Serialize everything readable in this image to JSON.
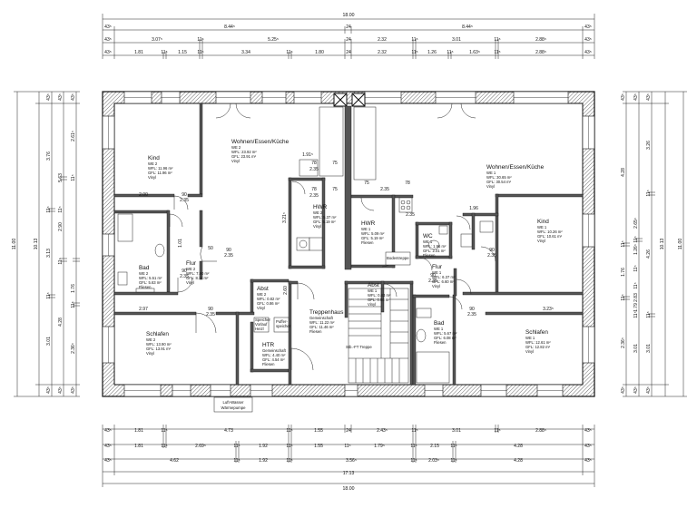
{
  "top_dims": {
    "overall": "18.00",
    "row1": [
      "43⁵",
      "8.44⁵",
      "24",
      "8.44⁵",
      "43⁵"
    ],
    "row2": [
      "43⁵",
      "3.07⁵",
      "11⁵",
      "5.25⁵",
      "24",
      "2.32",
      "11⁵",
      "3.01",
      "11⁵",
      "2.88⁵",
      "43⁵"
    ],
    "row3": [
      "43⁵",
      "1.81",
      "11⁵",
      "1.15",
      "11⁵",
      "3.34",
      "11⁵",
      "1.80",
      "24",
      "2.32",
      "11⁵",
      "1.26",
      "11⁵",
      "1.63⁵",
      "11⁵",
      "2.88⁵",
      "43⁵"
    ]
  },
  "bottom_dims": {
    "overall": "18.00",
    "inner": "17.13",
    "row1": [
      "43⁵",
      "1.81",
      "11⁵",
      "4.73",
      "11⁵",
      "1.55",
      "24",
      "2.43⁵",
      "11⁵",
      "3.01",
      "11⁵",
      "2.88⁵",
      "43⁵"
    ],
    "row2": [
      "43⁵",
      "1.81",
      "11⁵",
      "2.69⁵",
      "11⁵",
      "1.92",
      "11⁵",
      "1.55",
      "11⁵",
      "1.79⁵",
      "11⁵",
      "2.15",
      "11⁵",
      "4.28",
      "43⁵"
    ],
    "row3": [
      "43⁵",
      "4.62",
      "11⁵",
      "1.92",
      "11⁵",
      "3.56⁵",
      "11⁵",
      "2.03⁵",
      "11⁵",
      "4.28",
      "43⁵"
    ]
  },
  "left_dims": {
    "overall": "11.00",
    "inner": "10.13",
    "outer_col": [
      "43⁵",
      "3.76",
      "11⁵",
      "3.13",
      "11⁵",
      "3.01",
      "43⁵"
    ],
    "mid_col": [
      "43⁵",
      "2.61⁵",
      "11⁵",
      "1.76",
      "11⁵",
      "2.36⁵",
      "43⁵"
    ],
    "inner_col": [
      "43⁵",
      "5.63",
      "11⁵",
      "2.90",
      "11⁵",
      "4.28",
      "43⁵"
    ]
  },
  "right_dims": {
    "overall": "11.00",
    "inner": "10.13",
    "outer_col": [
      "43⁵",
      "3.26",
      "11⁵",
      "4.26",
      "11⁵",
      "3.01",
      "43⁵"
    ],
    "mid_col": [
      "43⁵",
      "2.65⁵",
      "11⁵",
      "1.26⁵",
      "11⁵",
      "2.83",
      "11⁵",
      "1.79",
      "11⁵",
      "3.01",
      "43⁵"
    ],
    "inner_col": [
      "43⁵",
      "4.28",
      "11⁵",
      "1.76",
      "11⁵",
      "2.36⁵",
      "43⁵"
    ]
  },
  "rooms": [
    {
      "id": "kind-l",
      "name": "Kind",
      "lines": [
        "WE 2",
        "WFL: 11.96 m²",
        "GFL: 11.96 m²",
        "Vinyl"
      ]
    },
    {
      "id": "wohnen-l",
      "name": "Wohnen/Essen/Küche",
      "lines": [
        "WE 2",
        "WFL: 23.92 m²",
        "GFL: 23.91 m²",
        "Vinyl"
      ]
    },
    {
      "id": "hwr-l",
      "name": "HWR",
      "lines": [
        "WE 2",
        "WFL: 5.37 m²",
        "GFL: 5.19 m²",
        "Vinyl"
      ]
    },
    {
      "id": "hwr-r",
      "name": "HWR",
      "lines": [
        "WE 1",
        "WFL: 5.09 m²",
        "GFL: 5.19 m²",
        "Fliesen"
      ]
    },
    {
      "id": "wohnen-r",
      "name": "Wohnen/Essen/Küche",
      "lines": [
        "WE 1",
        "WFL: 30.65 m²",
        "GFL: 30.54 m²",
        "Vinyl"
      ]
    },
    {
      "id": "wc-r",
      "name": "WC",
      "lines": [
        "WE 1",
        "WFL: 1.96 m²",
        "GFL: 2.01 m²",
        "Fliesen"
      ]
    },
    {
      "id": "kind-r",
      "name": "Kind",
      "lines": [
        "WE 1",
        "WFL: 10.26 m²",
        "GFL: 10.61 m²",
        "Vinyl"
      ]
    },
    {
      "id": "bad-l",
      "name": "Bad",
      "lines": [
        "WE 2",
        "WFL: 5.51 m²",
        "GFL: 5.63 m²",
        "Fliesen"
      ]
    },
    {
      "id": "flur-l",
      "name": "Flur",
      "lines": [
        "WE 2",
        "WFL: 7.90 m²",
        "GFL: 8.11 m²",
        "Vinyl"
      ]
    },
    {
      "id": "abst-l",
      "name": "Abst",
      "lines": [
        "WE 2",
        "WFL: 0.82 m²",
        "GFL: 0.86 m²",
        "Vinyl"
      ]
    },
    {
      "id": "treppe",
      "name": "Treppenhaus",
      "lines": [
        "Gemeinschaft",
        "WFL: 11.22 m²",
        "GFL: 11.46 m²",
        "Fliesen"
      ]
    },
    {
      "id": "abst-r",
      "name": "Abst",
      "lines": [
        "WE 1",
        "WFL: 0.83 m²",
        "GFL: 0.86 m²",
        "Vinyl"
      ]
    },
    {
      "id": "flur-r",
      "name": "Flur",
      "lines": [
        "WE 1",
        "WFL: 6.37 m²",
        "GFL: 6.60 m²",
        "Vinyl"
      ]
    },
    {
      "id": "bad-r",
      "name": "Bad",
      "lines": [
        "WE 1",
        "WFL: 5.67 m²",
        "GFL: 6.08 m²",
        "Fliesen"
      ]
    },
    {
      "id": "htr",
      "name": "HTR",
      "lines": [
        "Gemeinschaft",
        "WFL: 4.40 m²",
        "GFL: 4.54 m²",
        "Fliesen"
      ]
    },
    {
      "id": "schlafen-l",
      "name": "Schlafen",
      "lines": [
        "WE 2",
        "WFL: 13.90 m²",
        "GFL: 13.91 m²",
        "Vinyl"
      ]
    },
    {
      "id": "schlafen-r",
      "name": "Schlafen",
      "lines": [
        "WE 1",
        "WFL: 12.61 m²",
        "GFL: 12.82 m²",
        "Vinyl"
      ]
    }
  ],
  "notes": {
    "speicher": [
      "Speicher",
      "Vorlauf",
      "Heizl"
    ],
    "puffer": [
      "Puffer-",
      "speicher"
    ],
    "treppe_lift": "Stb.-FT Treppe",
    "bottom_box": [
      "Luft-Wasser",
      "Wärmepumpe"
    ],
    "hwr_stair": "Bodentreppe"
  },
  "opening_dims": {
    "d_191": "1.91⁵",
    "d_78a": "78",
    "d_75a": "75",
    "d_235a": "2.35",
    "d_78b": "78",
    "d_75b": "75",
    "d_235b": "2.35",
    "d_75c": "75",
    "d_235c": "2.35",
    "d_78c": "78",
    "d_235d": "2.35",
    "d_200": "2.00",
    "d_90a": "90",
    "d_235e": "2.35",
    "d_50": "50",
    "d_90b": "90",
    "d_235f": "2.35",
    "d_90c": "90",
    "d_235g": "2.35",
    "d_297": "2.97",
    "d_90d": "90",
    "d_235h": "2.35",
    "d_323": "3.23⁵",
    "d_101": "1.01",
    "d_321": "3.21⁵",
    "d_260": "2.60",
    "d_196": "1.96",
    "d_90e": "90",
    "d_235i": "2.35",
    "d_90f": "90",
    "d_235j": "2.35",
    "d_90g": "90",
    "d_235k": "2.35"
  }
}
